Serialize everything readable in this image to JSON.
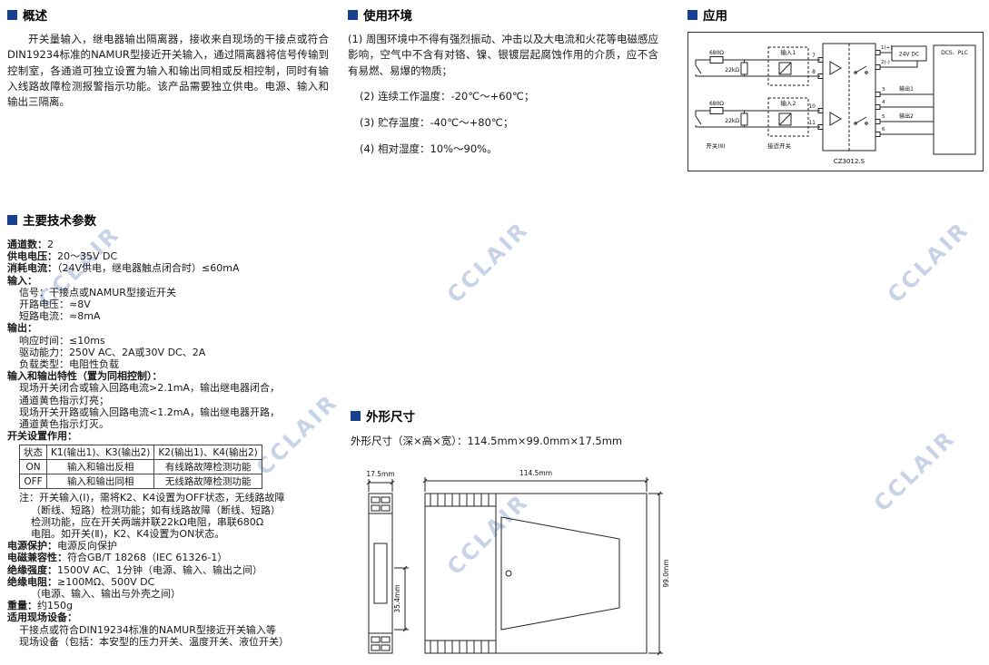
{
  "watermark": {
    "text": "CCLAIR"
  },
  "overview": {
    "title": "概述",
    "body": "开关量输入，继电器输出隔离器，接收来自现场的干接点或符合DIN19234标准的NAMUR型接近开关输入，通过隔离器将信号传输到控制室，各通道可独立设置为输入和输出同相或反相控制，同时有输入线路故障检测报警指示功能。该产品需要独立供电。电源、输入和输出三隔离。"
  },
  "environment": {
    "title": "使用环境",
    "items": [
      {
        "text": "(1) 周围环境中不得有强烈振动、冲击以及大电流和火花等电磁感应影响，空气中不含有对铬、镍、银镀层起腐蚀作用的介质，应不含有易燃、易爆的物质；",
        "indent": 0
      },
      {
        "text": "(2) 连续工作温度：-20℃～+60℃；",
        "indent": 1
      },
      {
        "text": "(3) 贮存温度：-40℃～+80℃；",
        "indent": 1
      },
      {
        "text": "(4) 相对湿度：10%～90%。",
        "indent": 1
      }
    ]
  },
  "application": {
    "title": "应用",
    "model": "CZ3012.S",
    "labels": {
      "res1a": "680Ω",
      "res1b": "22kΩ",
      "res2a": "680Ω",
      "res2b": "22kΩ",
      "input1": "输入1",
      "input2": "输入2",
      "switch": "开关(Ⅱ)",
      "proximity": "接近开关",
      "power": "24V DC",
      "dcs": "DCS、PLC",
      "output1": "输出1",
      "output2": "输出2",
      "t7": "7",
      "t8": "8",
      "t10": "10",
      "t11": "11",
      "t1": "1(+)",
      "t2": "2(-)",
      "t3": "3",
      "t4": "4",
      "t5": "5",
      "t6": "6"
    }
  },
  "parameters": {
    "title": "主要技术参数",
    "lines_a": [
      {
        "label": "通道数：",
        "value": "2",
        "indent": 0
      },
      {
        "label": "供电电压：",
        "value": "20～35V DC",
        "indent": 0
      },
      {
        "label": "消耗电流：",
        "value": "（24V供电，继电器触点闭合时）≤60mA",
        "indent": 0
      },
      {
        "label": "输入：",
        "value": "",
        "indent": 0
      },
      {
        "label": "",
        "value": "信号：干接点或NAMUR型接近开关",
        "indent": 1
      },
      {
        "label": "",
        "value": "开路电压：≈8V",
        "indent": 1
      },
      {
        "label": "",
        "value": "短路电流：≈8mA",
        "indent": 1
      },
      {
        "label": "输出：",
        "value": "",
        "indent": 0
      },
      {
        "label": "",
        "value": "响应时间：≤10ms",
        "indent": 1
      },
      {
        "label": "",
        "value": "驱动能力：250V AC、2A或30V DC、2A",
        "indent": 1
      },
      {
        "label": "",
        "value": "负载类型：电阻性负载",
        "indent": 1
      },
      {
        "label": "输入和输出特性（置为同相控制）：",
        "value": "",
        "indent": 0
      },
      {
        "label": "",
        "value": "现场开关闭合或输入回路电流>2.1mA，输出继电器闭合，",
        "indent": 1
      },
      {
        "label": "",
        "value": "通道黄色指示灯亮；",
        "indent": 1
      },
      {
        "label": "",
        "value": "现场开关开路或输入回路电流<1.2mA，输出继电器开路，",
        "indent": 1
      },
      {
        "label": "",
        "value": "通道黄色指示灯灭。",
        "indent": 1
      },
      {
        "label": "开关设置作用：",
        "value": "",
        "indent": 0
      }
    ],
    "table": {
      "headers": [
        "状态",
        "K1(输出1)、K3(输出2)",
        "K2(输出1)、K4(输出2)"
      ],
      "rows": [
        [
          "ON",
          "输入和输出反相",
          "有线路故障检测功能"
        ],
        [
          "OFF",
          "输入和输出同相",
          "无线路故障检测功能"
        ]
      ]
    },
    "lines_b": [
      {
        "label": "",
        "value": "注：开关输入(Ⅰ)，需将K2、K4设置为OFF状态，无线路故障",
        "indent": 1
      },
      {
        "label": "",
        "value": "（断线、短路）检测功能；如有线路故障（断线、短路）",
        "indent": 2
      },
      {
        "label": "",
        "value": "检测功能，应在开关两端并联22kΩ电阻，串联680Ω",
        "indent": 2
      },
      {
        "label": "",
        "value": "电阻。如开关(Ⅱ)，K2、K4设置为ON状态。",
        "indent": 2
      },
      {
        "label": "电源保护：",
        "value": "电源反向保护",
        "indent": 0
      },
      {
        "label": "电磁兼容性：",
        "value": "符合GB/T 18268（IEC 61326-1）",
        "indent": 0
      },
      {
        "label": "绝缘强度：",
        "value": "1500V AC、1分钟（电源、输入、输出之间）",
        "indent": 0
      },
      {
        "label": "绝缘电阻：",
        "value": "≥100MΩ、500V DC",
        "indent": 0
      },
      {
        "label": "",
        "value": "（电源、输入、输出与外壳之间）",
        "indent": 2
      },
      {
        "label": "重量：",
        "value": "约150g",
        "indent": 0
      },
      {
        "label": "适用现场设备：",
        "value": "",
        "indent": 0
      },
      {
        "label": "",
        "value": "干接点或符合DIN19234标准的NAMUR型接近开关输入等",
        "indent": 1
      },
      {
        "label": "",
        "value": "现场设备（包括：本安型的压力开关、温度开关、液位开关）",
        "indent": 1
      }
    ]
  },
  "dimensions": {
    "title": "外形尺寸",
    "text": "外形尺寸（深×高×宽）：114.5mm×99.0mm×17.5mm",
    "labels": {
      "width": "17.5mm",
      "depth": "114.5mm",
      "height": "99.0mm",
      "inner": "35.4mm"
    }
  }
}
